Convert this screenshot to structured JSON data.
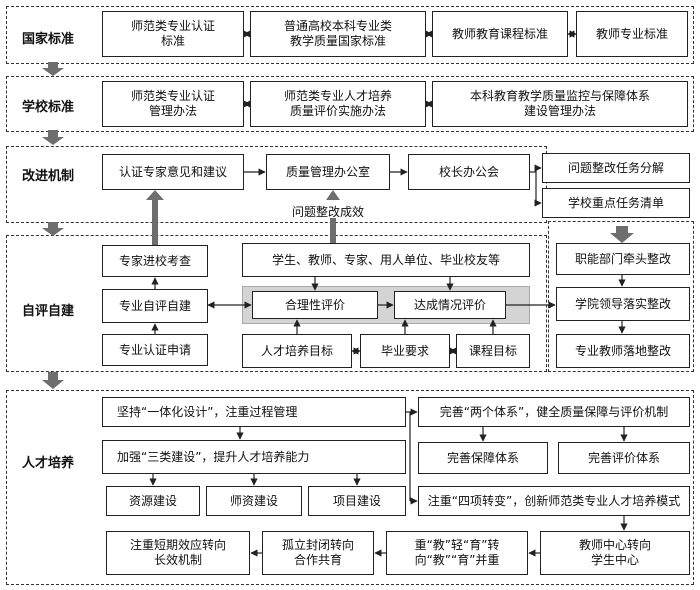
{
  "sections": {
    "national": {
      "label": "国家标准",
      "boxes": [
        "师范类专业认证\n标准",
        "普通高校本科专业类\n教学质量国家标准",
        "教师教育课程标准",
        "教师专业标准"
      ]
    },
    "school": {
      "label": "学校标准",
      "boxes": [
        "师范类专业认证\n管理办法",
        "师范类专业人才培养\n质量评价实施办法",
        "本科教育教学质量监控与保障体系\n建设管理办法"
      ]
    },
    "improve": {
      "label": "改进机制",
      "chain": [
        "认证专家意见和建议",
        "质量管理办公室",
        "校长办公会"
      ],
      "right": [
        "问题整改任务分解",
        "学校重点任务清单"
      ],
      "note": "问题整改成效"
    },
    "self_eval": {
      "label": "自评自建",
      "left": [
        "专家进校考查",
        "专业自评自建",
        "专业认证申请"
      ],
      "stakeholders": "学生、教师、专家、用人单位、毕业校友等",
      "evals": [
        "合理性评价",
        "达成情况评价"
      ],
      "goals": [
        "人才培养目标",
        "毕业要求",
        "课程目标"
      ],
      "rectify": [
        "职能部门牵头整改",
        "学院领导落实整改",
        "专业教师落地整改"
      ]
    },
    "talent": {
      "label": "人才培养",
      "design": "坚持“一体化设计”，注重过程管理",
      "three": "加强“三类建设”，提升人才培养能力",
      "builds": [
        "资源建设",
        "师资建设",
        "项目建设"
      ],
      "two_system": "完善“两个体系”，健全质量保障与评价机制",
      "systems": [
        "完善保障体系",
        "完善评价体系"
      ],
      "four_change": "注重“四项转变”，创新师范类专业人才培养模式",
      "changes": [
        "注重短期效应转向\n长效机制",
        "孤立封闭转向\n合作共育",
        "重“教”轻“育”转\n向“教”“育”并重",
        "教师中心转向\n学生中心"
      ]
    }
  }
}
